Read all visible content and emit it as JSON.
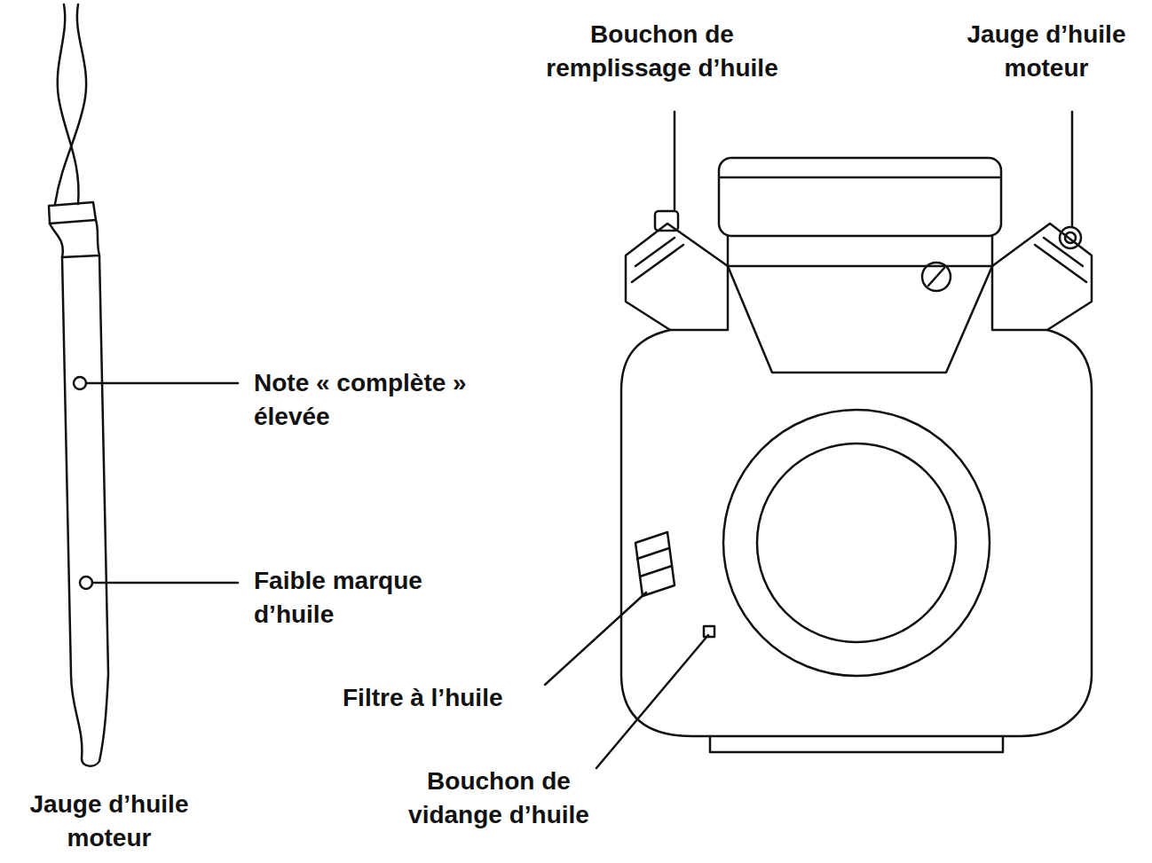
{
  "diagram": {
    "labels": [
      "Bouchon de remplissage d’huile",
      "Jauge d’huile moteur",
      "Note « complète » élevée",
      "Faible marque d’huile",
      "Filtre à l’huile",
      "Bouchon de vidange d’huile",
      "Jauge d’huile moteur"
    ]
  }
}
